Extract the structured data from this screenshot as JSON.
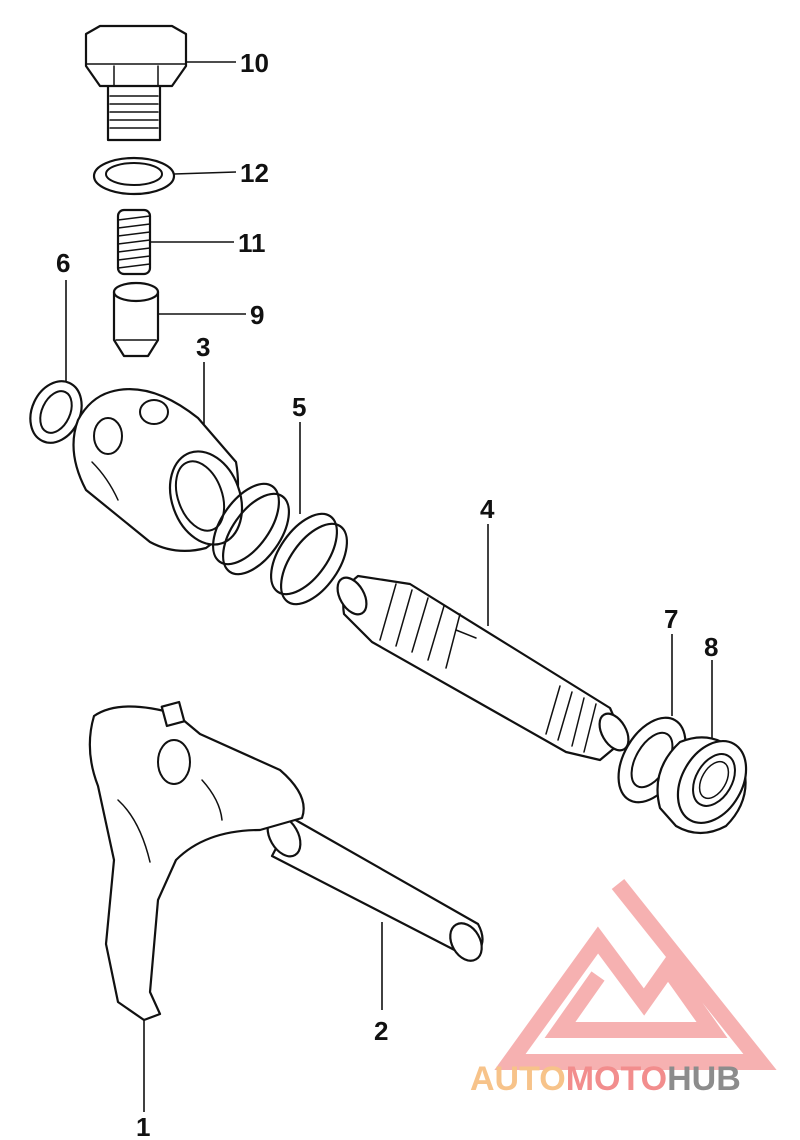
{
  "callouts": {
    "c1": "1",
    "c2": "2",
    "c3": "3",
    "c4": "4",
    "c5": "5",
    "c6": "6",
    "c7": "7",
    "c8": "8",
    "c9": "9",
    "c10": "10",
    "c11": "11",
    "c12": "12"
  },
  "watermark": {
    "part_auto": "AUTO",
    "part_moto": "MOTO",
    "part_hub": "HUB",
    "colors": {
      "auto": "#f7c38a",
      "moto": "#f28d8d",
      "hub": "#8c8c8c",
      "logo": "#f5a3a3"
    }
  }
}
